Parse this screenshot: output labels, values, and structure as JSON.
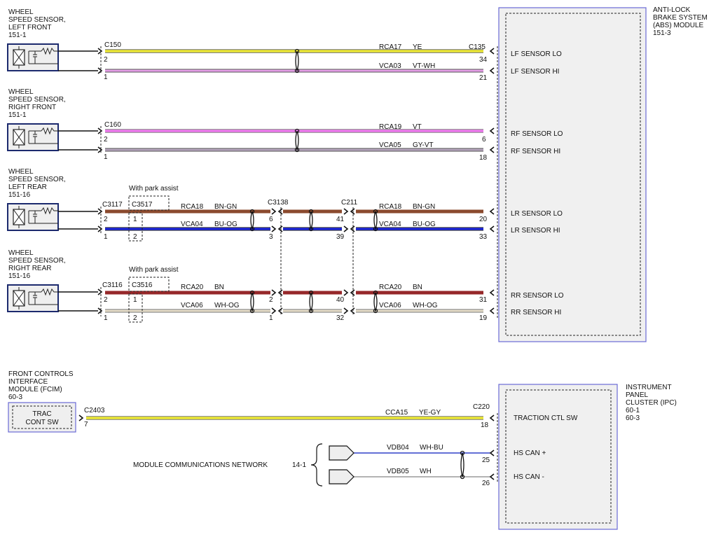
{
  "sensors": [
    {
      "title": [
        "WHEEL",
        "SPEED SENSOR,",
        "LEFT FRONT",
        "151-1"
      ]
    },
    {
      "title": [
        "WHEEL",
        "SPEED SENSOR,",
        "RIGHT FRONT",
        "151-1"
      ]
    },
    {
      "title": [
        "WHEEL",
        "SPEED SENSOR,",
        "LEFT REAR",
        "151-16"
      ]
    },
    {
      "title": [
        "WHEEL",
        "SPEED SENSOR,",
        "RIGHT REAR",
        "151-16"
      ]
    }
  ],
  "abs_module": {
    "title": [
      "ANTI-LOCK",
      "BRAKE SYSTEM",
      "(ABS) MODULE",
      "151-3"
    ],
    "pins": [
      "LF SENSOR LO",
      "LF SENSOR HI",
      "RF SENSOR LO",
      "RF SENSOR HI",
      "LR SENSOR LO",
      "LR SENSOR HI",
      "RR SENSOR LO",
      "RR SENSOR HI"
    ]
  },
  "fcim": {
    "title": [
      "FRONT CONTROLS",
      "INTERFACE",
      "MODULE (FCIM)",
      "60-3"
    ],
    "inner": [
      "TRAC",
      "CONT SW"
    ]
  },
  "ipc": {
    "title": [
      "INSTRUMENT",
      "PANEL",
      "CLUSTER (IPC)",
      "60-1",
      "60-3"
    ],
    "pins": [
      "TRACTION CTL SW",
      "HS CAN +",
      "HS CAN -"
    ]
  },
  "connectors": {
    "c150": "C150",
    "c135": "C135",
    "c160": "C160",
    "c3117": "C3117",
    "c3517": "C3517",
    "c3138": "C3138",
    "c211": "C211",
    "c3116": "C3116",
    "c3516": "C3516",
    "c2403": "C2403",
    "c220": "C220"
  },
  "notes": {
    "park_assist": "With park assist",
    "mcn": "MODULE COMMUNICATIONS NETWORK",
    "mcn_ref": "14-1"
  },
  "circuits": {
    "rca17": "RCA17",
    "ye": "YE",
    "vca03": "VCA03",
    "vtwh": "VT-WH",
    "rca19": "RCA19",
    "vt": "VT",
    "vca05": "VCA05",
    "gyvt": "GY-VT",
    "rca18": "RCA18",
    "bngn": "BN-GN",
    "vca04": "VCA04",
    "buog": "BU-OG",
    "rca20": "RCA20",
    "bn": "BN",
    "vca06": "VCA06",
    "whog": "WH-OG",
    "cca15": "CCA15",
    "yegy": "YE-GY",
    "vdb04": "VDB04",
    "whbu": "WH-BU",
    "vdb05": "VDB05",
    "wh": "WH"
  },
  "pins": {
    "p1": "1",
    "p2": "2",
    "p3": "3",
    "p6": "6",
    "p7": "7",
    "p18": "18",
    "p19": "19",
    "p20": "20",
    "p21": "21",
    "p25": "25",
    "p26": "26",
    "p31": "31",
    "p32": "32",
    "p33": "33",
    "p34": "34",
    "p39": "39",
    "p40": "40",
    "p41": "41"
  },
  "wire_colors": {
    "yellow": "#f0ec3a",
    "violet_white": "#e49ee6",
    "violet": "#f07df0",
    "gray_violet": "#b4a4bc",
    "brown": "#8b4a2e",
    "blue": "#1e28e6",
    "brown_red": "#96282a",
    "white_og": "#e6dcc8",
    "blue_can": "#3040c8",
    "gray_can": "#9a9a9a"
  }
}
